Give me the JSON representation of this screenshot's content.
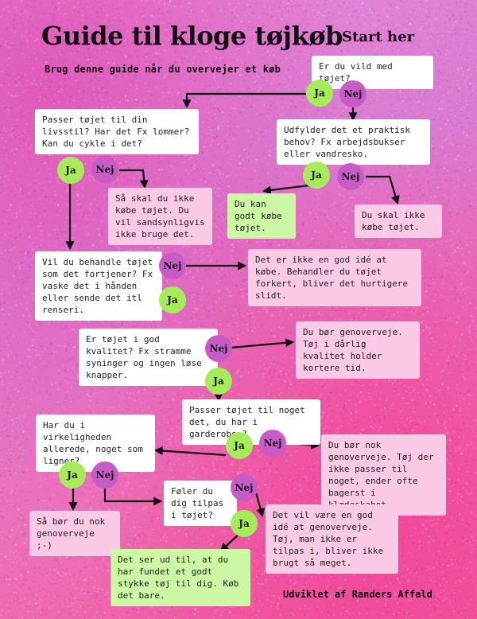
{
  "header": {
    "title": "Guide til kloge tøjkøb",
    "start_label": "Start her",
    "subtitle": "Brug denne guide når du overvejer et køb"
  },
  "footer": {
    "credit": "Udviklet af Randers Affald"
  },
  "buttons": {
    "yes": "Ja",
    "no": "Nej"
  },
  "questions": {
    "q1": "Er du vild med tøjet?",
    "q2": "Udfylder det et praktisk behov? Fx arbejdsbukser eller vandresko.",
    "q3": "Passer tøjet til din livsstil? Har det Fx lommer? Kan du cykle i det?",
    "q4": "Vil du behandle tøjet som det fortjener? Fx vaske det i hånden eller sende det itl renseri.",
    "q5": "Er tøjet i god kvalitet? Fx stramme syninger og ingen løse knapper.",
    "q6": "Passer tøjet til noget det, du har i garderoben?",
    "q7": "Har du i virkeligheden allerede, noget som ligner?",
    "q8": "Føler du dig tilpas i tøjet?"
  },
  "outcomes": {
    "o_can_buy": "Du kan godt købe tøjet.",
    "o_skip": "Du skal ikke købe tøjet.",
    "o_lifestyle_no": "Så skal du ikke købe tøjet. Du vil sandsynligvis ikke bruge det.",
    "o_care_no": "Det er ikke en god idé at købe. Behandler du tøjet forkert, bliver det hurtigere slidt.",
    "o_quality_no": "Du bør genoverveje. Tøj i dårlig kvalitet holder kortere tid.",
    "o_wardrobe_no": "Du bør nok genoverveje. Tøj der ikke passer til noget, ender ofte bagerst i klædeskabet.",
    "o_similar_yes": "Så bør du nok genoverveje ;-)",
    "o_comfort_no": "Det vil være en god idé at genoverveje. Tøj, man ikke er tilpas i, bliver ikke brugt så meget.",
    "o_final": "Det ser ud til, at du har fundet et godt stykke tøj til dig. Køb det bare."
  },
  "colors": {
    "question_box": "#ffffff",
    "negative_box": "#f9c9e6",
    "positive_box": "#ccf7a4",
    "yes_circle": "#a6ec5a",
    "no_circle": "#c95bc6",
    "arrow": "#111111"
  }
}
